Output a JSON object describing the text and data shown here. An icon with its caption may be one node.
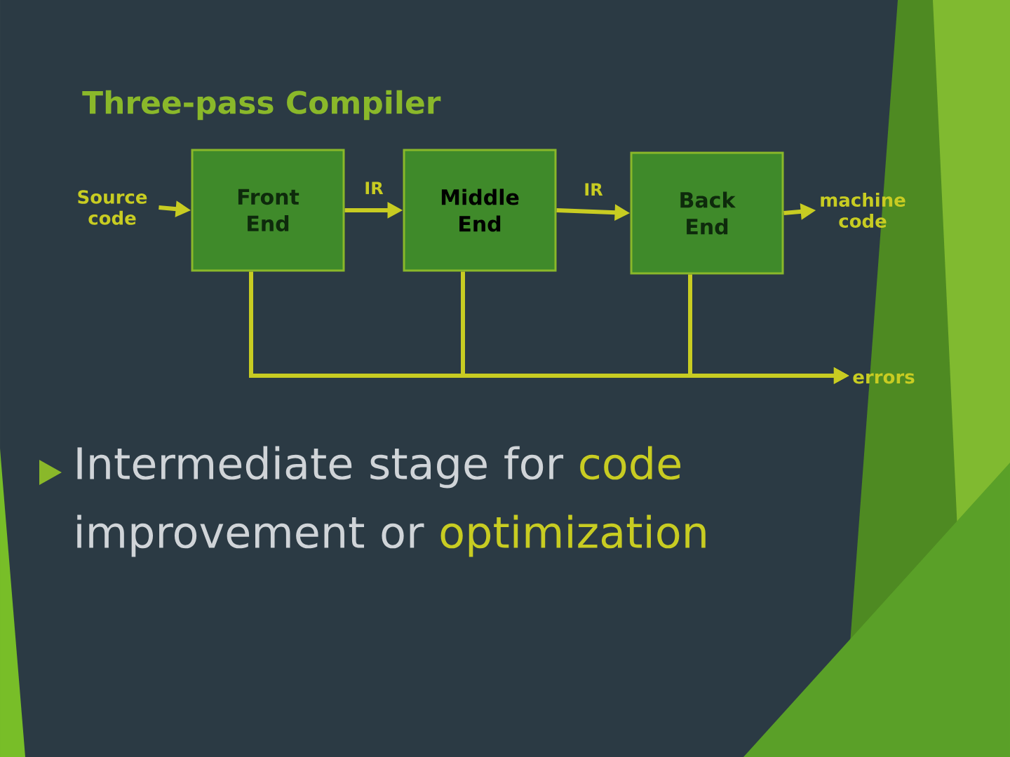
{
  "diagram": {
    "title": "Three-pass Compiler",
    "nodes": [
      {
        "text": [
          "Source code"
        ]
      },
      {
        "text": [
          "Front End"
        ]
      },
      {
        "text": [
          "Middle End"
        ]
      },
      {
        "text": [
          "Back End"
        ]
      },
      {
        "text": [
          "machine code"
        ]
      },
      {
        "text": [
          "errors"
        ]
      }
    ],
    "edges": [
      {
        "from": 0,
        "to": 1,
        "arrow": "to"
      },
      {
        "from": 1,
        "to": 2,
        "arrow": "to",
        "label": "IR"
      },
      {
        "from": 2,
        "to": 3,
        "arrow": "to",
        "label": "IR"
      },
      {
        "from": 3,
        "to": 4,
        "arrow": "to"
      },
      {
        "from": 1,
        "to": 5,
        "arrow": "to"
      },
      {
        "from": 2,
        "to": 5,
        "arrow": "to"
      },
      {
        "from": 3,
        "to": 5,
        "arrow": "to"
      }
    ],
    "labels": [
      "Intermediate stage for",
      "code",
      "improvement or",
      "optimization"
    ]
  }
}
